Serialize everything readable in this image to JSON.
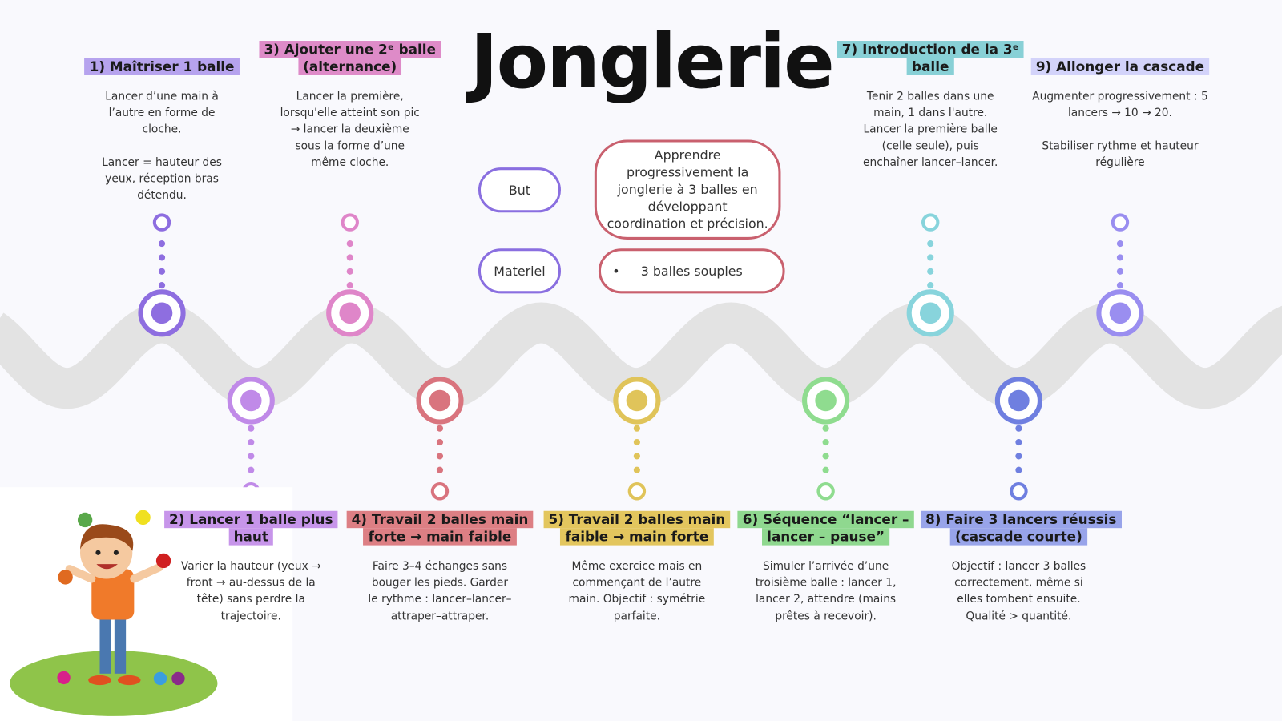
{
  "title": "Jonglerie",
  "goal": {
    "label": "But",
    "text": "Apprendre progressivement la jonglerie à 3 balles en développant coordination et précision."
  },
  "material": {
    "label": "Materiel",
    "items": [
      "3 balles souples"
    ]
  },
  "colors": {
    "wave": "#e3e3e3",
    "but_border": "#8a6fe0",
    "value_border": "#c9606e"
  },
  "steps": [
    {
      "label": "1) Maîtriser 1 balle",
      "desc": "Lancer d’une main à l’autre en forme de cloche.\n\nLancer = hauteur des yeux, réception bras détendu.",
      "color": "#8e6ee0",
      "bg": "#b6a3ee",
      "pos": "top"
    },
    {
      "label": "2) Lancer 1 balle plus haut",
      "desc": "Varier la hauteur (yeux → front → au-dessus de la tête) sans perdre la trajectoire.",
      "color": "#c08ae8",
      "bg": "#c795ea",
      "pos": "bottom"
    },
    {
      "label": "3) Ajouter une 2ᵉ balle (alternance)",
      "desc": "Lancer la première, lorsqu'elle atteint son pic → lancer la deuxième sous la forme d’une même cloche.",
      "color": "#df86c9",
      "bg": "#de8bc8",
      "pos": "top"
    },
    {
      "label": "4) Travail 2 balles main forte → main faible",
      "desc": "Faire 3–4 échanges sans bouger les pieds. Garder le rythme : lancer–lancer–attraper–attraper.",
      "color": "#d9747e",
      "bg": "#dd7f84",
      "pos": "bottom"
    },
    {
      "label": "5) Travail 2 balles main faible → main forte",
      "desc": "Même exercice mais en commençant de l’autre main. Objectif : symétrie parfaite.",
      "color": "#e0c45a",
      "bg": "#e3c65e",
      "pos": "bottom"
    },
    {
      "label": "6) Séquence “lancer – lancer – pause”",
      "desc": "Simuler l’arrivée d’une troisième balle : lancer 1, lancer 2, attendre (mains prêtes à recevoir).",
      "color": "#8fdc8f",
      "bg": "#8fd88f",
      "pos": "bottom"
    },
    {
      "label": "7) Introduction de la 3ᵉ balle",
      "desc": "Tenir 2 balles dans une main, 1 dans l'autre. Lancer la première balle (celle seule), puis enchaîner lancer–lancer.",
      "color": "#88d4dc",
      "bg": "#88d0d6",
      "pos": "top"
    },
    {
      "label": "8) Faire 3 lancers réussis (cascade courte)",
      "desc": "Objectif : lancer 3 balles correctement, même si elles tombent ensuite. Qualité > quantité.",
      "color": "#6f7fe0",
      "bg": "#98a4ea",
      "pos": "bottom"
    },
    {
      "label": "9) Allonger la cascade",
      "desc": "Augmenter progressivement : 5 lancers → 10 → 20.\n\nStabiliser rythme et hauteur régulière",
      "color": "#9a8ef0",
      "bg": "#d3d3fa",
      "pos": "top"
    }
  ]
}
